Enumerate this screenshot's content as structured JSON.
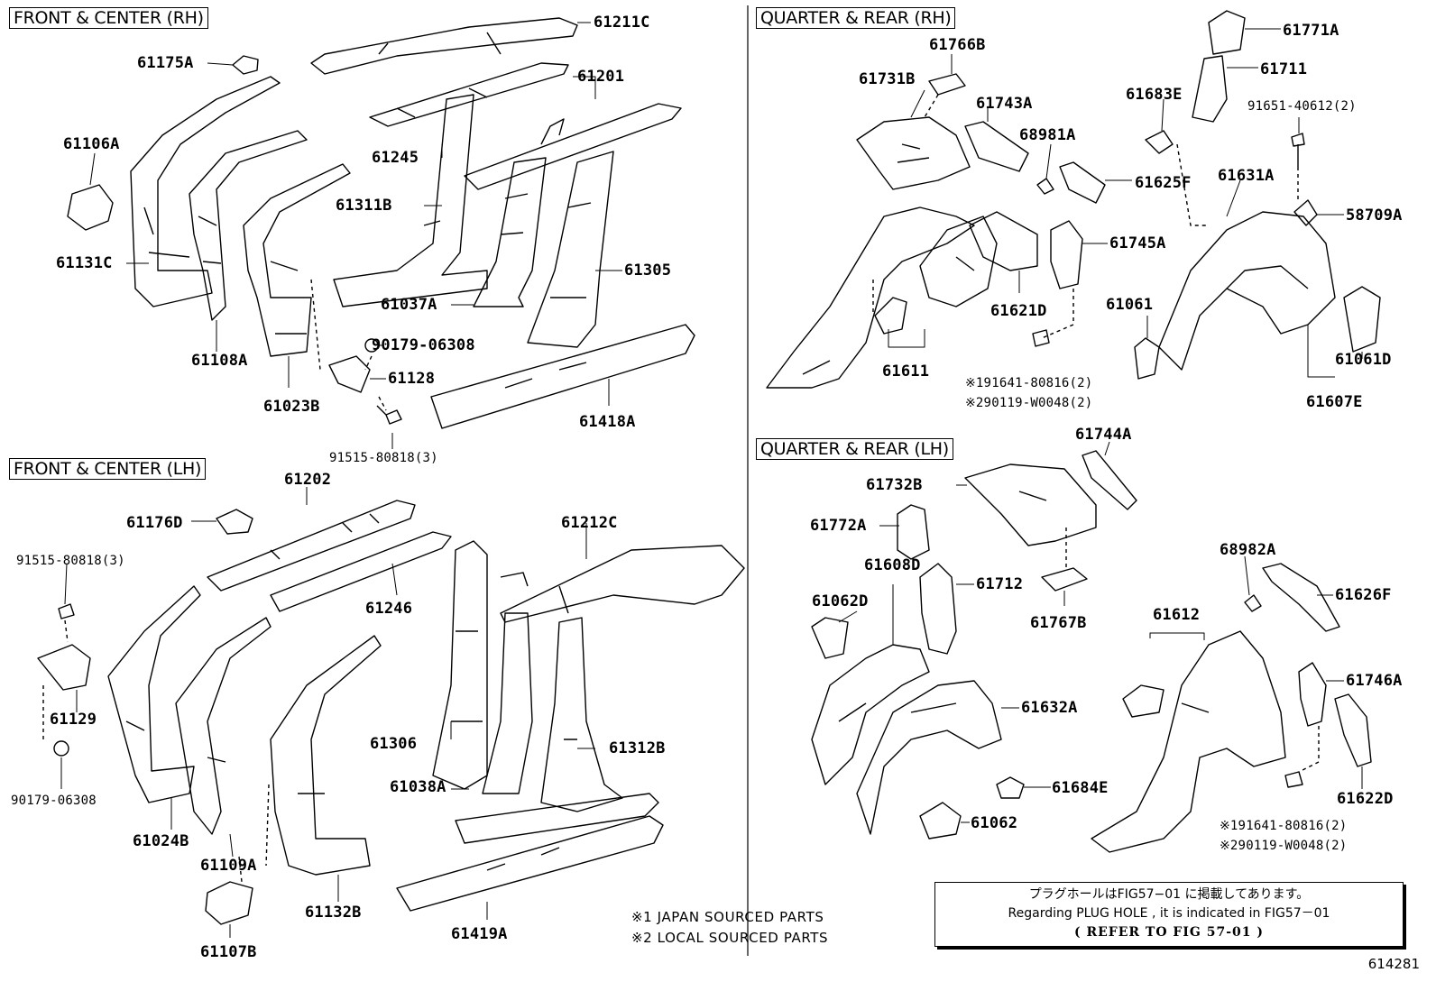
{
  "panels": {
    "front_center_rh": "FRONT & CENTER (RH)",
    "front_center_lh": "FRONT & CENTER (LH)",
    "quarter_rear_rh": "QUARTER  &  REAR (RH)",
    "quarter_rear_lh": "QUARTER  &  REAR (LH)"
  },
  "labels": {
    "p61211C": "61211C",
    "p61175A": "61175A",
    "p61201": "61201",
    "p61106A": "61106A",
    "p61245": "61245",
    "p61311B": "61311B",
    "p61131C": "61131C",
    "p61305": "61305",
    "p61037A": "61037A",
    "p61108A": "61108A",
    "p90179_06308_a": "90179-06308",
    "p61128": "61128",
    "p61023B": "61023B",
    "p61418A": "61418A",
    "p91515_80818_3_a": "91515-80818(3)",
    "p61202": "61202",
    "p61176D": "61176D",
    "p61212C": "61212C",
    "p91515_80818_3_b": "91515-80818(3)",
    "p61246": "61246",
    "p61129": "61129",
    "p61306": "61306",
    "p90179_06308_b": "90179-06308",
    "p61312B": "61312B",
    "p61038A": "61038A",
    "p61024B": "61024B",
    "p61109A": "61109A",
    "p61132B": "61132B",
    "p61419A": "61419A",
    "p61107B": "61107B",
    "p61766B": "61766B",
    "p61771A": "61771A",
    "p61731B": "61731B",
    "p61711": "61711",
    "p61743A": "61743A",
    "p61683E": "61683E",
    "p91651_40612_2": "91651-40612(2)",
    "p68981A": "68981A",
    "p61625F": "61625F",
    "p61631A": "61631A",
    "p58709A": "58709A",
    "p61745A": "61745A",
    "p61621D": "61621D",
    "p61061": "61061",
    "p61061D": "61061D",
    "p61611": "61611",
    "p_rh_note1": "※191641-80816(2)",
    "p_rh_note2": "※290119-W0048(2)",
    "p61607E": "61607E",
    "p61744A": "61744A",
    "p61732B": "61732B",
    "p61772A": "61772A",
    "p61712": "61712",
    "p68982A": "68982A",
    "p61608D": "61608D",
    "p61626F": "61626F",
    "p61767B": "61767B",
    "p61062D": "61062D",
    "p61612": "61612",
    "p61632A": "61632A",
    "p61746A": "61746A",
    "p61684E": "61684E",
    "p61622D": "61622D",
    "p61062": "61062",
    "p_lh_note1": "※191641-80816(2)",
    "p_lh_note2": "※290119-W0048(2)"
  },
  "legend": {
    "line1": "※1 JAPAN SOURCED PARTS",
    "line2": "※2 LOCAL SOURCED PARTS"
  },
  "note": {
    "jp": "プラグホールはFIG57−01 に掲載してあります。",
    "en": "Regarding  PLUG HOLE , it is indicated  in  FIG57－01",
    "ref": "(  REFER TO FIG 57-01 )"
  },
  "figure_number": "614281"
}
